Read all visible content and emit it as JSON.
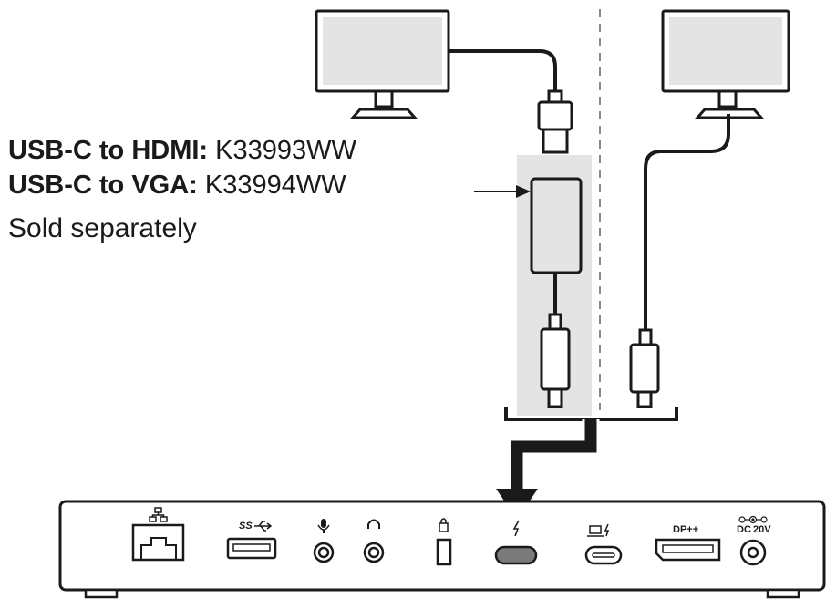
{
  "captions": {
    "hdmi_label": "USB-C to HDMI:",
    "hdmi_part": "K33993WW",
    "vga_label": "USB-C to VGA:",
    "vga_part": "K33994WW",
    "note": "Sold separately"
  },
  "ports": {
    "usb_a_icon_text": "SS",
    "dp_label": "DP++",
    "dc_label": "DC",
    "dc_voltage": "20V"
  },
  "colors": {
    "line": "#1a1a1a",
    "adapter_highlight": "#e4e4e4",
    "active_port_fill": "#7a7a7a"
  }
}
